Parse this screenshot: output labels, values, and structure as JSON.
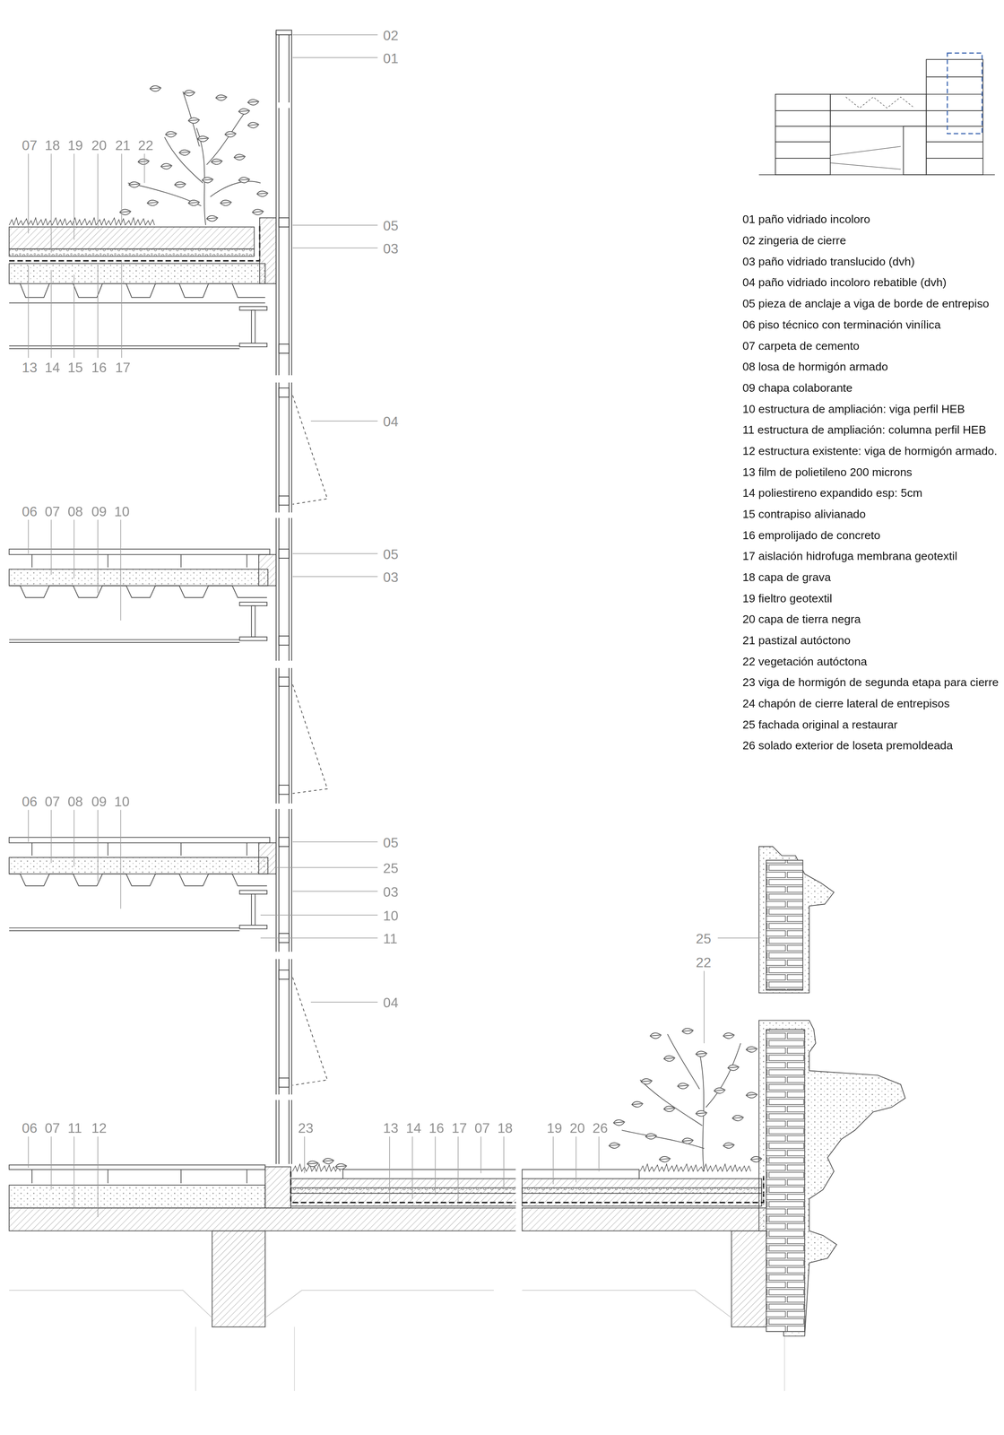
{
  "diagram": {
    "labels": [
      "02",
      "01",
      "07",
      "18",
      "19",
      "20",
      "21",
      "22",
      "05",
      "03",
      "13",
      "14",
      "15",
      "16",
      "17",
      "04",
      "06",
      "07",
      "08",
      "09",
      "10",
      "05",
      "03",
      "06",
      "07",
      "08",
      "09",
      "10",
      "05",
      "25",
      "03",
      "10",
      "11",
      "04",
      "25",
      "22",
      "06",
      "07",
      "11",
      "12",
      "23",
      "13",
      "14",
      "16",
      "17",
      "07",
      "18",
      "19",
      "20",
      "26"
    ],
    "legend": [
      {
        "text": "01 paño vidriado incoloro"
      },
      {
        "text": "02 zingeria de cierre"
      },
      {
        "text": "03 paño vidriado translucido (dvh)"
      },
      {
        "text": "04 paño vidriado incoloro rebatible (dvh)"
      },
      {
        "text": "05 pieza de anclaje a viga de borde de entrepiso"
      },
      {
        "text": "06 piso técnico con terminación vinílica"
      },
      {
        "text": "07 carpeta de cemento"
      },
      {
        "text": "08 losa de hormigón armado"
      },
      {
        "text": "09 chapa colaborante"
      },
      {
        "text": "10 estructura de ampliación: viga perfil HEB"
      },
      {
        "text": "11 estructura de ampliación: columna perfil HEB"
      },
      {
        "text": "12 estructura existente: viga de hormigón armado."
      },
      {
        "text": "13 film de polietileno 200 microns"
      },
      {
        "text": "14 poliestireno expandido esp: 5cm"
      },
      {
        "text": "15 contrapiso alivianado"
      },
      {
        "text": "16 emprolijado de concreto"
      },
      {
        "text": "17 aislación hidrofuga membrana geotextil"
      },
      {
        "text": "18 capa de grava"
      },
      {
        "text": "19 fieltro geotextil"
      },
      {
        "text": "20 capa de tierra negra"
      },
      {
        "text": "21 pastizal autóctono"
      },
      {
        "text": "22 vegetación autóctona"
      },
      {
        "text": "23 viga de hormigón de segunda etapa para cierre"
      },
      {
        "text": "24 chapón de cierre lateral de entrepisos"
      },
      {
        "text": "25 fachada original a restaurar"
      },
      {
        "text": "26 solado exterior de loseta premoldeada"
      }
    ]
  }
}
